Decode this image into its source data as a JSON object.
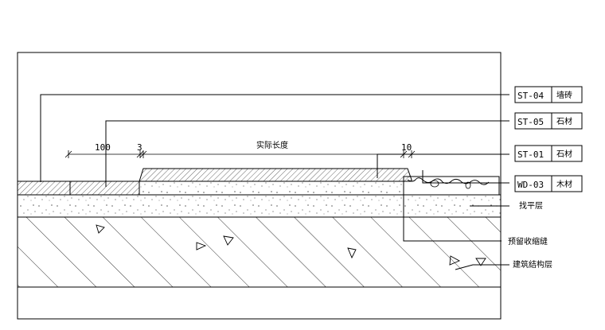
{
  "dimensions": {
    "d1": "100",
    "d2": "3",
    "d3": "实际长度",
    "d4": "10"
  },
  "tags": [
    {
      "code": "ST-04",
      "name": "墙砖"
    },
    {
      "code": "ST-05",
      "name": "石材"
    },
    {
      "code": "ST-01",
      "name": "石材"
    },
    {
      "code": "WD-03",
      "name": "木材"
    }
  ],
  "notes": {
    "leveling": "找平层",
    "joint": "预留收缩缝",
    "structure": "建筑结构层"
  }
}
